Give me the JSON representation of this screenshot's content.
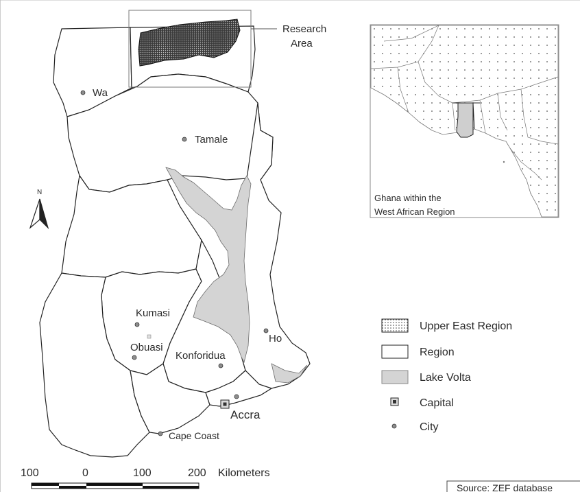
{
  "map": {
    "research_area_label": [
      "Research",
      "Area"
    ],
    "inset_label": [
      "Ghana within the",
      "West African Region"
    ],
    "north_letter": "N",
    "cities": [
      {
        "key": "wa",
        "label": "Wa"
      },
      {
        "key": "tamale",
        "label": "Tamale"
      },
      {
        "key": "kumasi",
        "label": "Kumasi"
      },
      {
        "key": "obuasi",
        "label": "Obuasi"
      },
      {
        "key": "konforidua",
        "label": "Konforidua"
      },
      {
        "key": "ho",
        "label": "Ho"
      },
      {
        "key": "accra",
        "label": "Accra"
      },
      {
        "key": "cape-coast",
        "label": "Cape Coast"
      }
    ],
    "legend": [
      {
        "key": "upper-east",
        "label": "Upper East Region",
        "swatch": "dots"
      },
      {
        "key": "region",
        "label": "Region",
        "swatch": "outline"
      },
      {
        "key": "lake",
        "label": "Lake Volta",
        "swatch": "grey"
      },
      {
        "key": "capital",
        "label": "Capital",
        "swatch": "square"
      },
      {
        "key": "city",
        "label": "City",
        "swatch": "circle"
      }
    ],
    "scale": {
      "ticks": [
        "100",
        "0",
        "100",
        "200"
      ],
      "unit": "Kilometers"
    },
    "source": "Source: ZEF database",
    "colors": {
      "lake_fill": "#d4d4d4",
      "inset_ghana": "#cfcfcf",
      "frame": "#888888"
    }
  }
}
